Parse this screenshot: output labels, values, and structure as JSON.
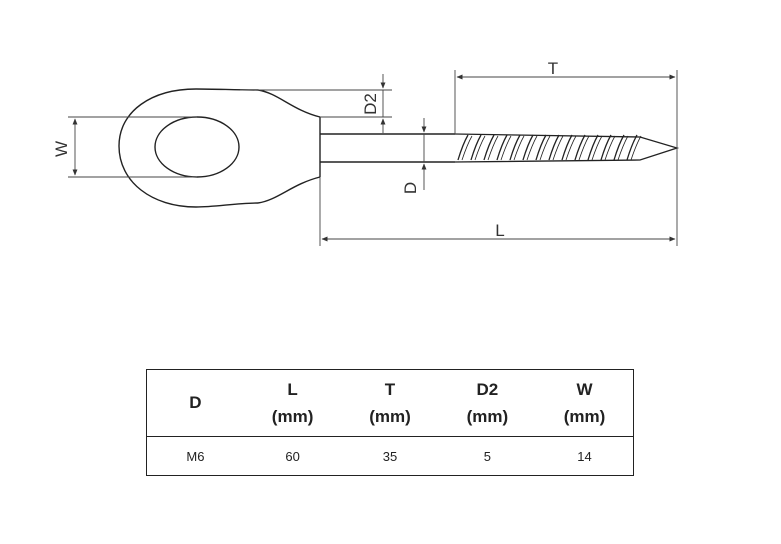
{
  "drawing": {
    "labels": {
      "T": "T",
      "L": "L",
      "W": "W",
      "D2": "D2",
      "D": "D"
    }
  },
  "table": {
    "headers": [
      {
        "name": "D",
        "unit": ""
      },
      {
        "name": "L",
        "unit": "(mm)"
      },
      {
        "name": "T",
        "unit": "(mm)"
      },
      {
        "name": "D2",
        "unit": "(mm)"
      },
      {
        "name": "W",
        "unit": "(mm)"
      }
    ],
    "rows": [
      [
        "M6",
        "60",
        "35",
        "5",
        "14"
      ]
    ]
  },
  "colors": {
    "line": "#222222",
    "dimension": "#444444",
    "background": "#ffffff"
  }
}
